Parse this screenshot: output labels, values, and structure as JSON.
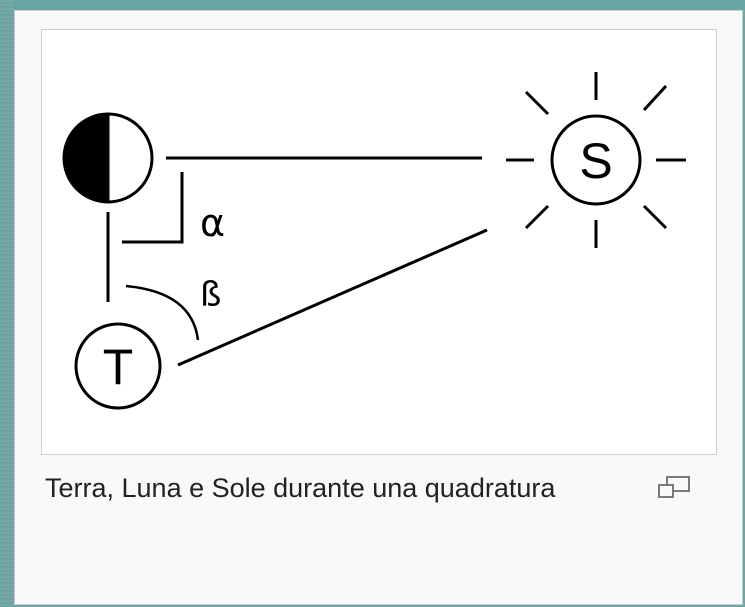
{
  "diagram": {
    "sun_label": "S",
    "earth_label": "T",
    "angle_alpha_label": "α",
    "angle_beta_label": "ß"
  },
  "caption": {
    "text": "Terra, Luna e Sole durante una quadratura"
  },
  "icons": {
    "magnify": "magnify-clip-icon"
  }
}
